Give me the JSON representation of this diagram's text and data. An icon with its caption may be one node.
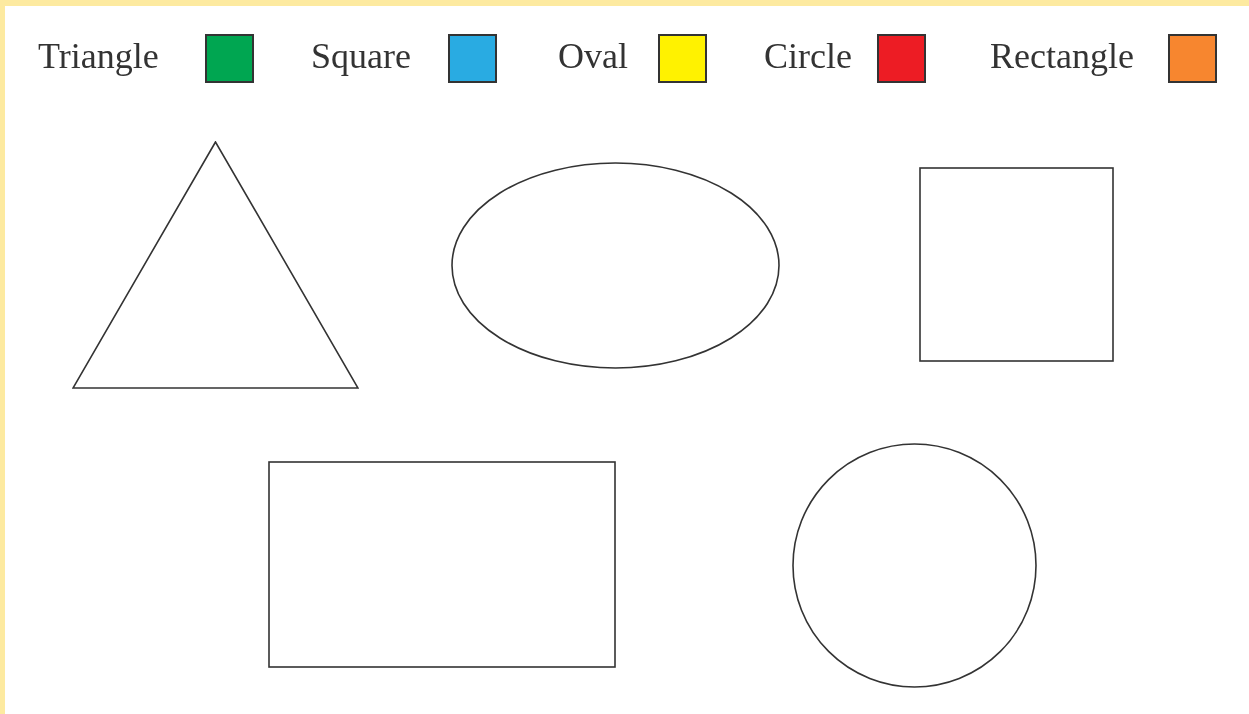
{
  "diagram": {
    "nodes": [
      {
        "text": [],
        "shape": "triangle"
      },
      {
        "text": [],
        "shape": "oval"
      },
      {
        "text": [],
        "shape": "square"
      },
      {
        "text": [],
        "shape": "rectangle"
      },
      {
        "text": [],
        "shape": "circle"
      }
    ],
    "legend": [
      {
        "text": "Triangle",
        "color": "#00a651"
      },
      {
        "text": "Square",
        "color": "#29abe2"
      },
      {
        "text": "Oval",
        "color": "#fff200"
      },
      {
        "text": "Circle",
        "color": "#ed1c24"
      },
      {
        "text": "Rectangle",
        "color": "#f7862f"
      }
    ]
  }
}
